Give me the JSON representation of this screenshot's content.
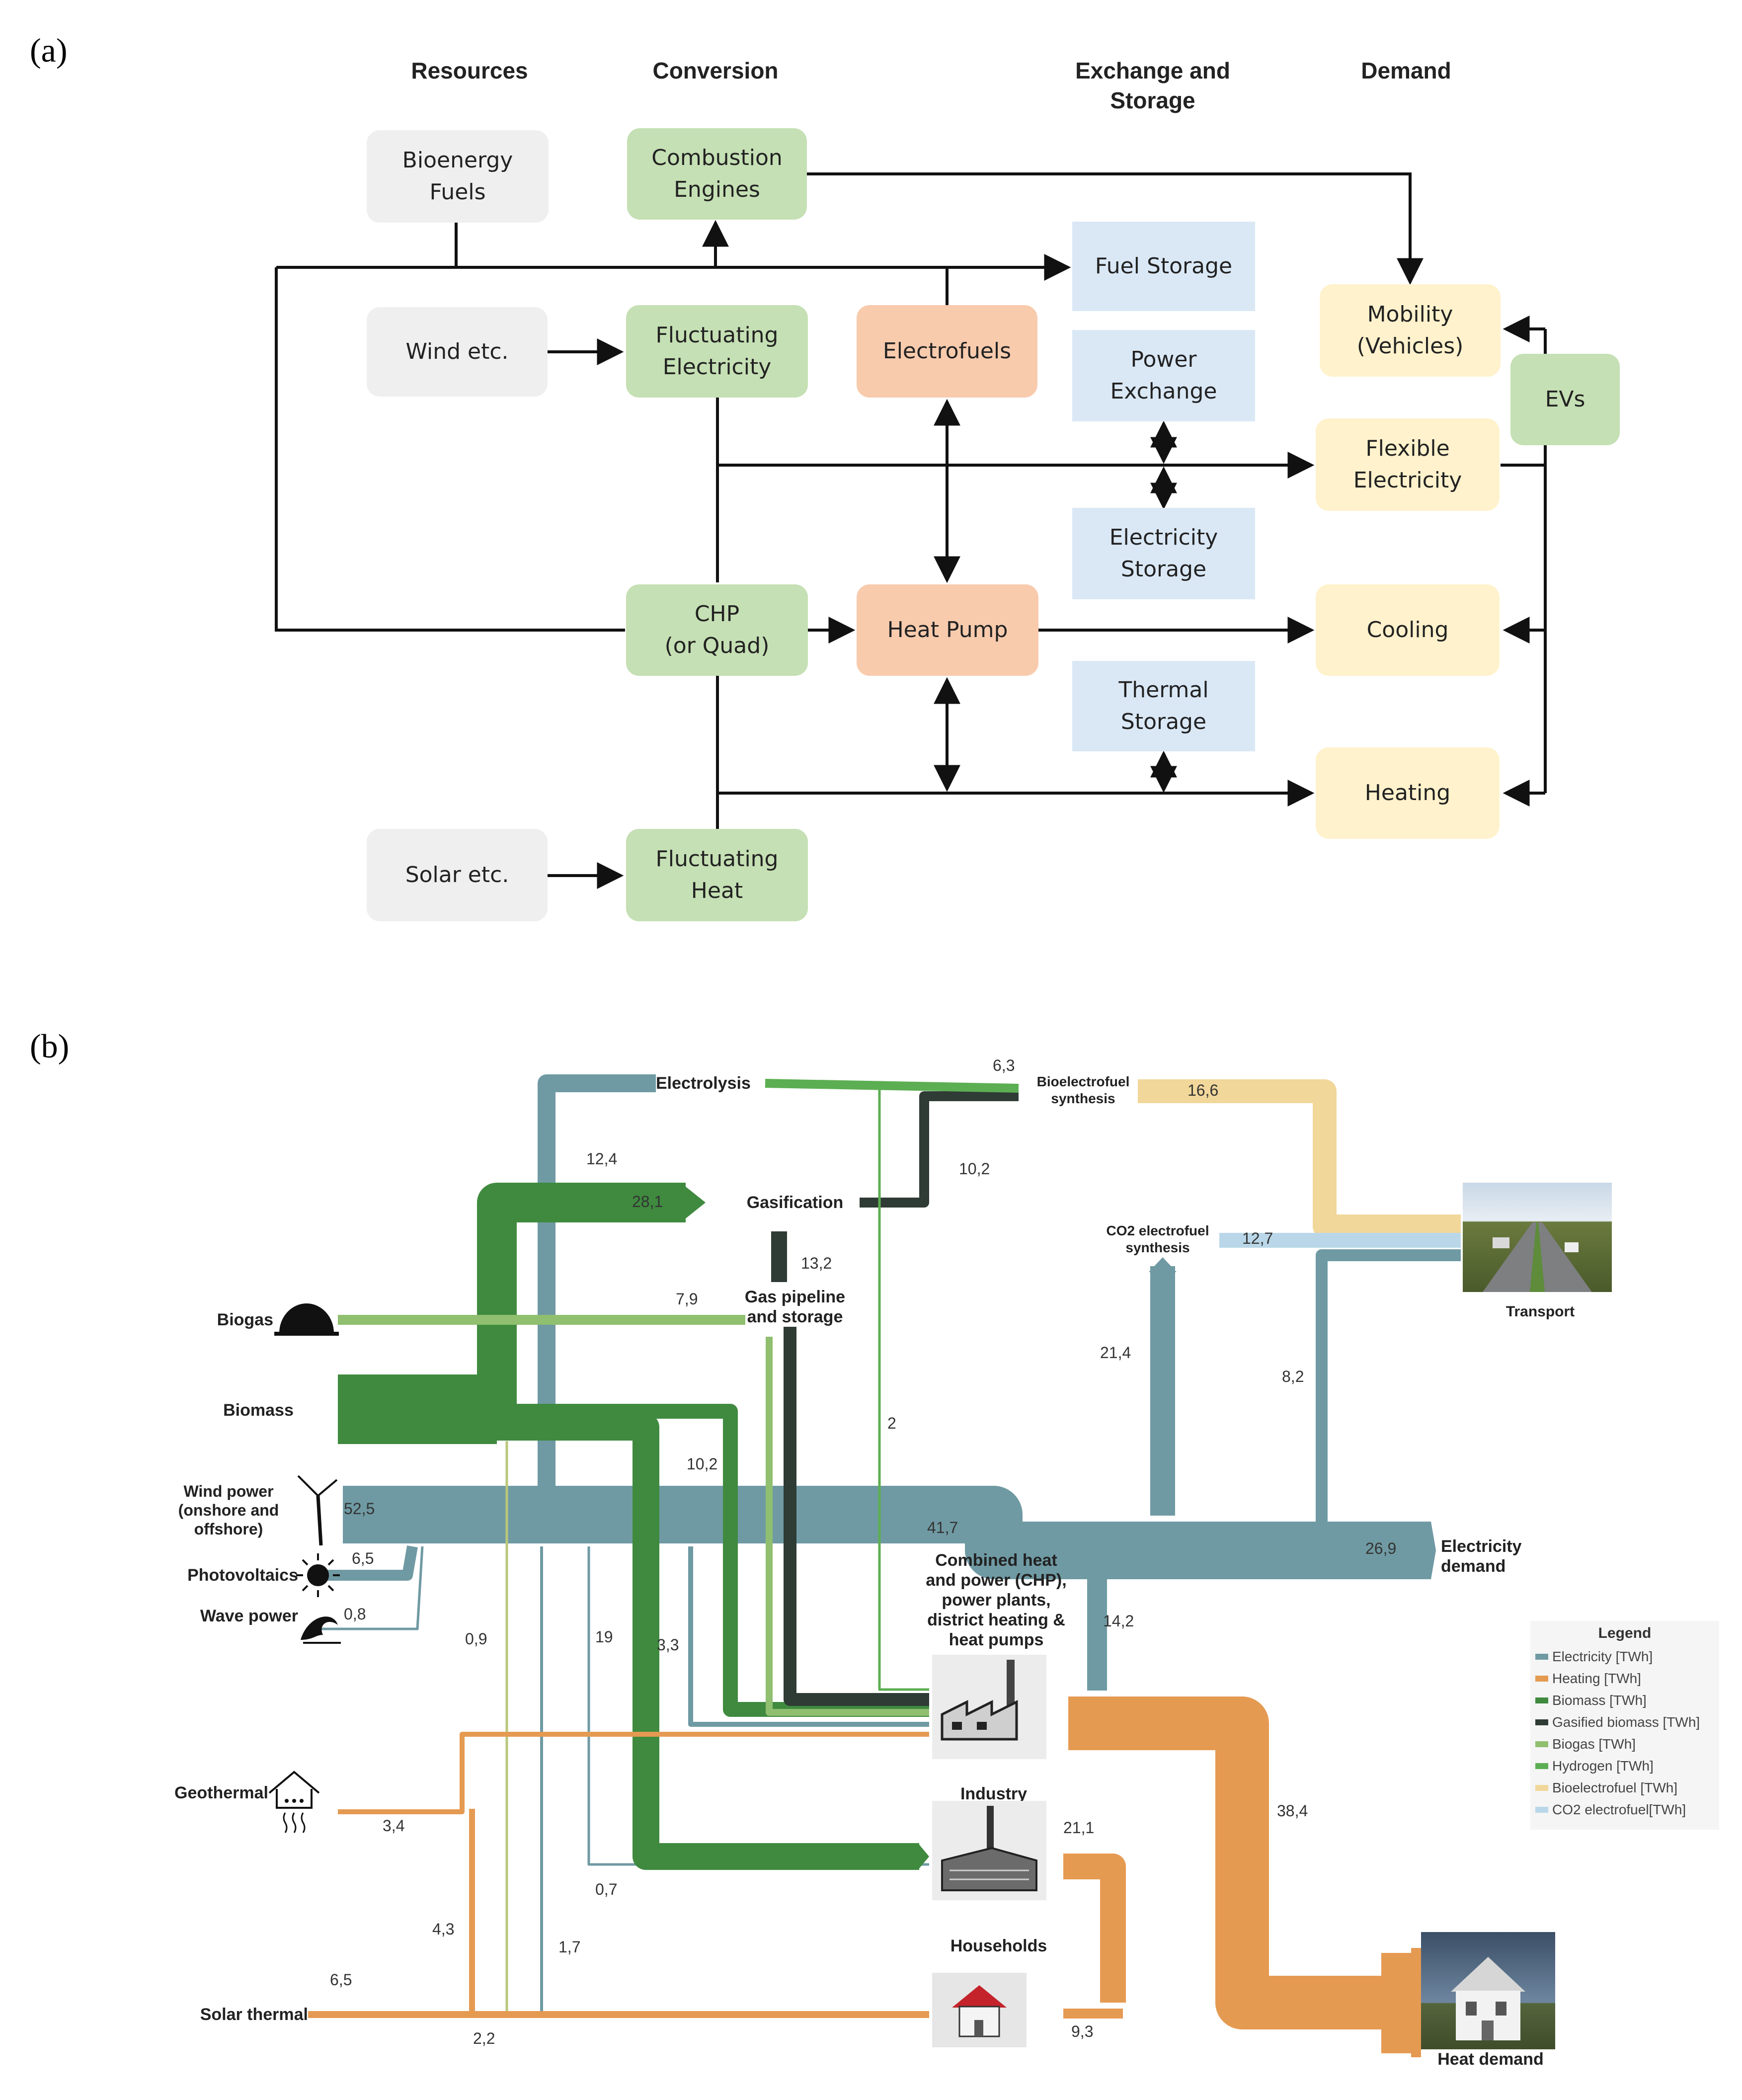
{
  "panel_a": {
    "label": "(a)",
    "headers": {
      "resources": "Resources",
      "conversion": "Conversion",
      "exchange": "Exchange and\nStorage",
      "demand": "Demand"
    },
    "boxes": {
      "bioenergy": "Bioenergy\nFuels",
      "combustion": "Combustion\nEngines",
      "fuel_storage": "Fuel Storage",
      "wind": "Wind etc.",
      "fluct_elec": "Fluctuating\nElectricity",
      "electrofuels": "Electrofuels",
      "power_exchange": "Power\nExchange",
      "mobility": "Mobility\n(Vehicles)",
      "evs": "EVs",
      "flex_elec": "Flexible\nElectricity",
      "elec_storage": "Electricity\nStorage",
      "chp": "CHP\n(or Quad)",
      "heat_pump": "Heat Pump",
      "cooling": "Cooling",
      "thermal_storage": "Thermal\nStorage",
      "heating": "Heating",
      "solar": "Solar etc.",
      "fluct_heat": "Fluctuating\nHeat"
    },
    "colors": {
      "grey": "#efefef",
      "green": "#c5e0b4",
      "blue": "#dae8f6",
      "orange": "#f8cbad",
      "yellow": "#fff2cc"
    }
  },
  "panel_b": {
    "label": "(b)",
    "nodes": {
      "electrolysis": "Electrolysis",
      "bioelectrofuel": "Bioelectrofuel\nsynthesis",
      "gasification": "Gasification",
      "gas_pipeline": "Gas pipeline\nand storage",
      "co2_synthesis": "CO2 electrofuel\nsynthesis",
      "transport": "Transport",
      "biogas": "Biogas",
      "biomass": "Biomass",
      "wind": "Wind power\n(onshore and\noffshore)",
      "pv": "Photovoltaics",
      "wave": "Wave power",
      "elec_demand": "Electricity\ndemand",
      "chp": "Combined heat\nand power (CHP),\npower plants,\ndistrict heating &\nheat pumps",
      "industry": "Industry",
      "households": "Households",
      "geothermal": "Geothermal",
      "solar_thermal": "Solar thermal",
      "heat_demand": "Heat demand"
    },
    "values": {
      "v63": "6,3",
      "v166": "16,6",
      "v124": "12,4",
      "v102a": "10,2",
      "v281": "28,1",
      "v132": "13,2",
      "v127": "12,7",
      "v79": "7,9",
      "v214": "21,4",
      "v82": "8,2",
      "v2": "2",
      "v102b": "10,2",
      "v525": "52,5",
      "v417": "41,7",
      "v269": "26,9",
      "v65a": "6,5",
      "v08": "0,8",
      "v142": "14,2",
      "v09": "0,9",
      "v19": "19",
      "v33": "3,3",
      "v384": "38,4",
      "v34": "3,4",
      "v211": "21,1",
      "v07": "0,7",
      "v43": "4,3",
      "v17": "1,7",
      "v65b": "6,5",
      "v22": "2,2",
      "v93": "9,3"
    },
    "legend": {
      "title": "Legend",
      "items": [
        {
          "label": "Electricity [TWh]",
          "color": "#6f9aa3"
        },
        {
          "label": "Heating [TWh]",
          "color": "#e59a52"
        },
        {
          "label": "Biomass [TWh]",
          "color": "#3f8a3f"
        },
        {
          "label": "Gasified biomass [TWh]",
          "color": "#2f3b35"
        },
        {
          "label": "Biogas [TWh]",
          "color": "#8fbf6f"
        },
        {
          "label": "Hydrogen [TWh]",
          "color": "#5cae52"
        },
        {
          "label": "Bioelectrofuel [TWh]",
          "color": "#f1d79a"
        },
        {
          "label": "CO2 electrofuel[TWh]",
          "color": "#b9d7e8"
        }
      ]
    },
    "flow_colors": {
      "electricity": "#6f9aa3",
      "heating": "#e59a52",
      "biomass": "#3f8a3f",
      "gasified": "#2f3b35",
      "biogas": "#8fbf6f",
      "hydrogen": "#5cae52",
      "bioelectrofuel": "#f1d79a",
      "co2fuel": "#b9d7e8"
    }
  }
}
